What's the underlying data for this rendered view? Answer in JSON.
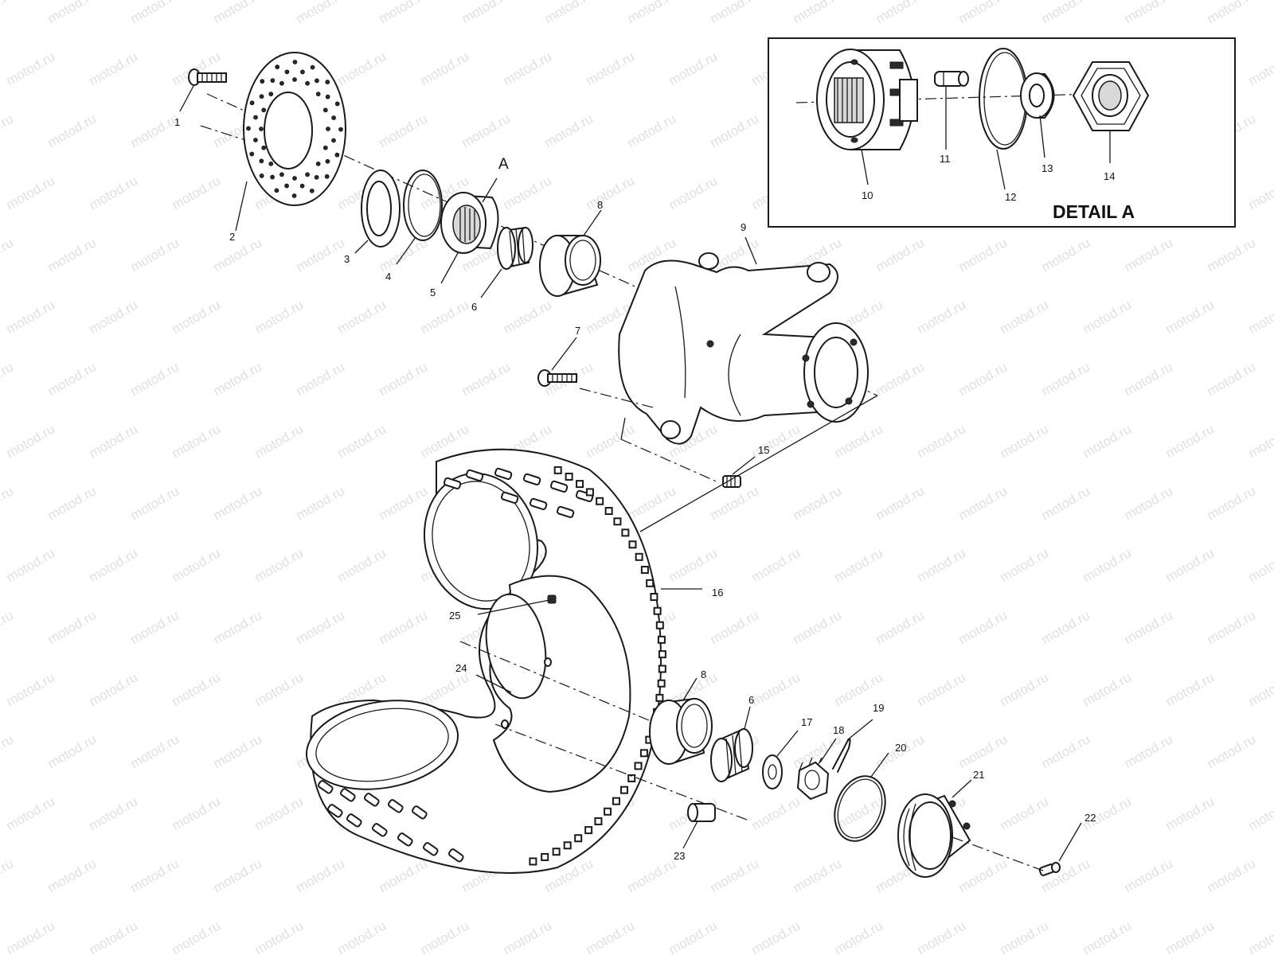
{
  "watermark_text": "motod.ru",
  "detail_title": "DETAIL A",
  "detail_marker": "A",
  "part_labels": {
    "p1": "1",
    "p2": "2",
    "p3": "3",
    "p4": "4",
    "p5": "5",
    "p6": "6",
    "p7": "7",
    "p8": "8",
    "p9": "9",
    "p10": "10",
    "p11": "11",
    "p12": "12",
    "p13": "13",
    "p14": "14",
    "p15": "15",
    "p16": "16",
    "p6b": "6",
    "p8b": "8",
    "p17": "17",
    "p18": "18",
    "p19": "19",
    "p20": "20",
    "p21": "21",
    "p22": "22",
    "p23": "23",
    "p24": "24",
    "p25": "25"
  },
  "colors": {
    "line": "#1a1a1a",
    "background": "#ffffff",
    "watermark": "#c8c8c8"
  }
}
